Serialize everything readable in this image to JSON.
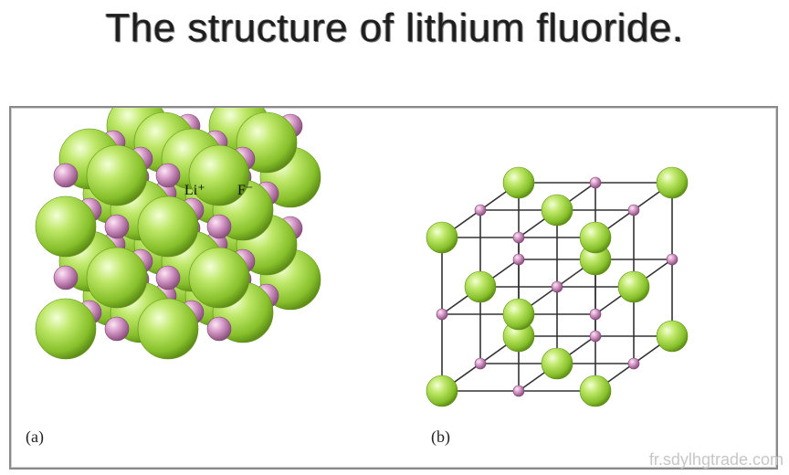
{
  "title": "The structure of lithium fluoride.",
  "panel_a": {
    "label": "(a)",
    "ion_li": "Li⁺",
    "ion_f": "F⁻"
  },
  "panel_b": {
    "label": "(b)"
  },
  "watermark": "fr.sdylhgtrade.com",
  "colors": {
    "fluoride_ion": "#a8dc3c",
    "lithium_ion": "#d79ac8",
    "lattice_line": "#333333",
    "frame": "#8a8a8a"
  }
}
